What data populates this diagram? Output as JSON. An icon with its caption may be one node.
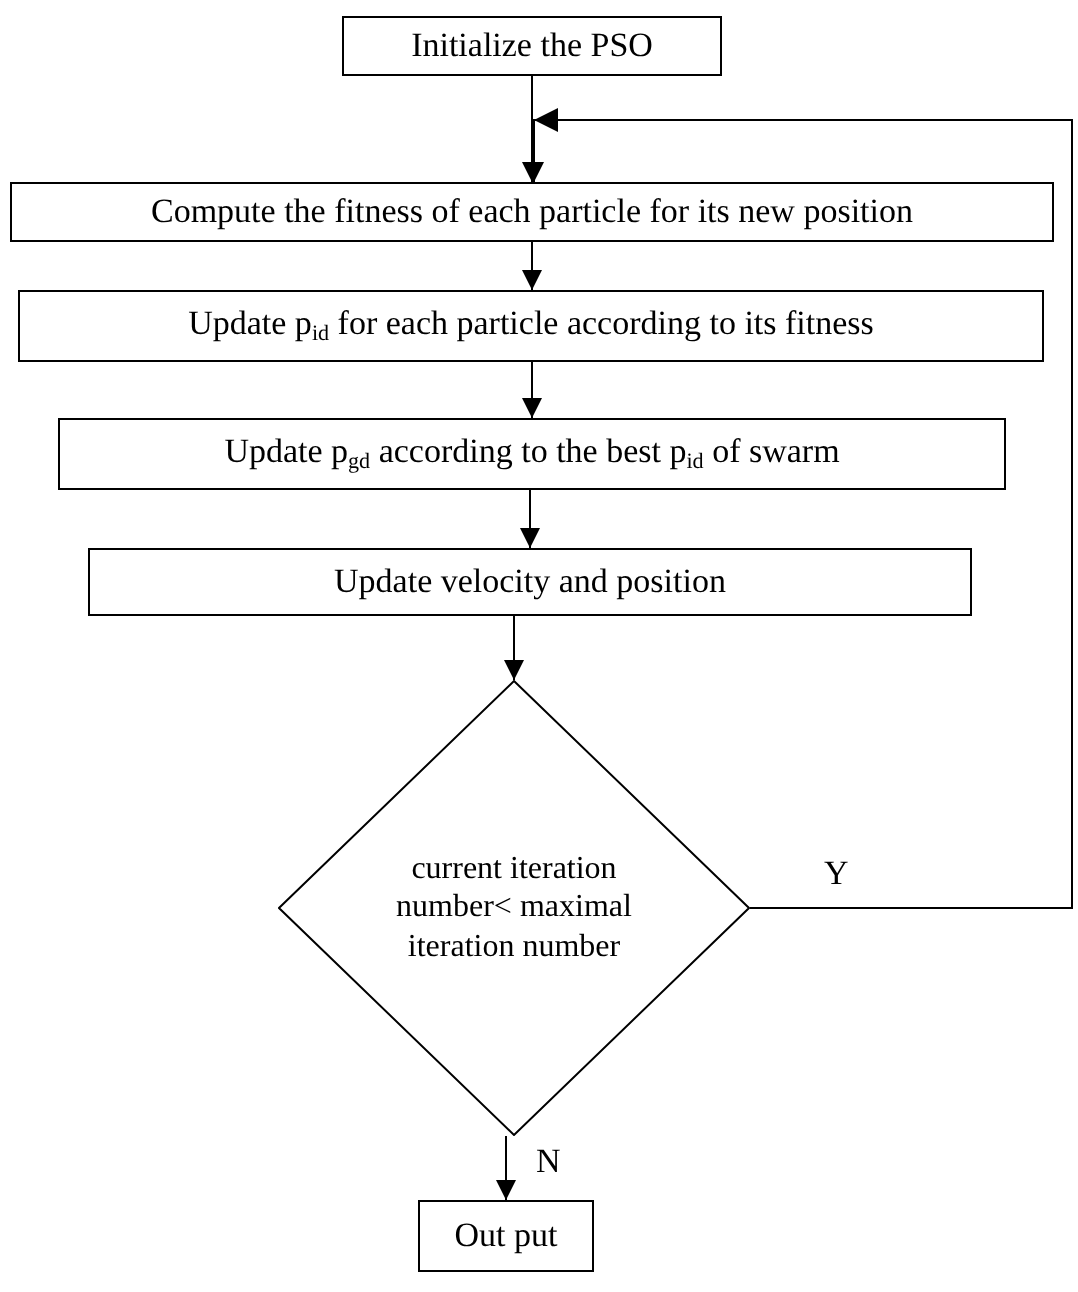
{
  "diagram": {
    "nodes": [
      {
        "text": [
          "Initialize the PSO"
        ]
      },
      {
        "text": [
          "Compute the fitness of each particle for its new position"
        ]
      },
      {
        "text": [
          "Update p$_{id}$ for each particle according to its fitness"
        ]
      },
      {
        "text": [
          "Update p$_{gd}$ according to the best p$_{id}$ of swarm"
        ]
      },
      {
        "text": [
          "Update velocity and position"
        ]
      },
      {
        "text": [
          "current iteration number< maximal iteration number"
        ]
      },
      {
        "text": [
          "Out put"
        ]
      }
    ],
    "edges": [
      {
        "from": 0,
        "to": 1,
        "arrow": "to"
      },
      {
        "from": 1,
        "to": 2,
        "arrow": "to"
      },
      {
        "from": 2,
        "to": 3,
        "arrow": "to"
      },
      {
        "from": 3,
        "to": 4,
        "arrow": "to"
      },
      {
        "from": 4,
        "to": 5,
        "arrow": "to"
      },
      {
        "from": 5,
        "to": 6,
        "arrow": "to",
        "label": "N"
      },
      {
        "from": 5,
        "to": 1,
        "arrow": "to",
        "label": "Y"
      }
    ]
  }
}
